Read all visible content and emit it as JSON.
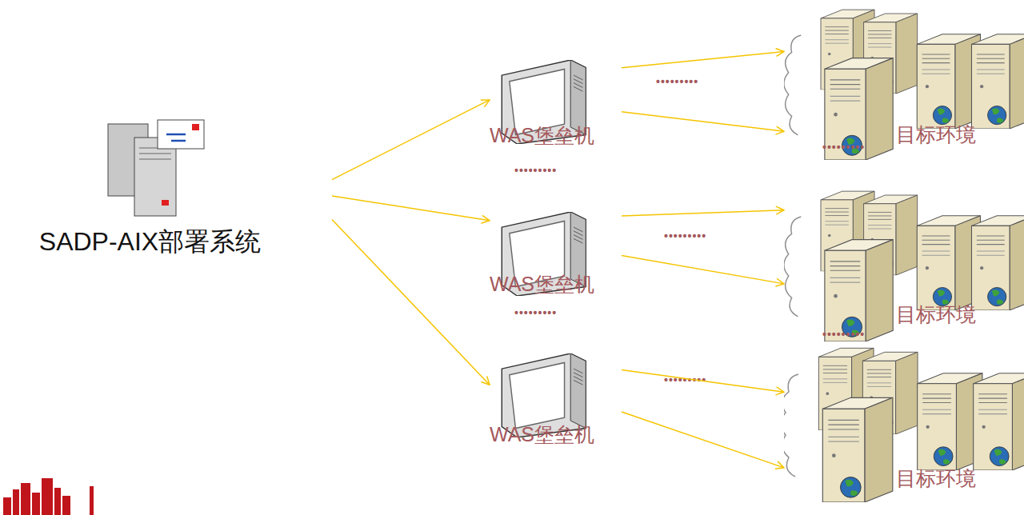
{
  "diagram": {
    "nodes": [
      {
        "text": [
          "SADP-AIX部署系统"
        ]
      },
      {
        "text": [
          "WAS堡垒机"
        ]
      },
      {
        "text": [
          "目标环境"
        ]
      },
      {
        "text": [
          "WAS堡垒机"
        ]
      },
      {
        "text": [
          "目标环境"
        ]
      },
      {
        "text": [
          "WAS堡垒机"
        ]
      },
      {
        "text": [
          "目标环境"
        ]
      }
    ],
    "edges": [
      {
        "from": 0,
        "to": 1,
        "arrow": "to"
      },
      {
        "from": 0,
        "to": 3,
        "arrow": "to"
      },
      {
        "from": 0,
        "to": 5,
        "arrow": "to"
      },
      {
        "from": 1,
        "to": 2,
        "arrow": "to"
      },
      {
        "from": 1,
        "to": 2,
        "arrow": "to"
      },
      {
        "from": 3,
        "to": 4,
        "arrow": "to"
      },
      {
        "from": 3,
        "to": 4,
        "arrow": "to"
      },
      {
        "from": 5,
        "to": 6,
        "arrow": "to"
      },
      {
        "from": 5,
        "to": 6,
        "arrow": "to"
      }
    ],
    "labels": [
      "•••••••••",
      "•••••••••",
      "•••••••••",
      "•••••••••",
      "•••••••••",
      "•••••••••",
      "•••••••••"
    ]
  }
}
